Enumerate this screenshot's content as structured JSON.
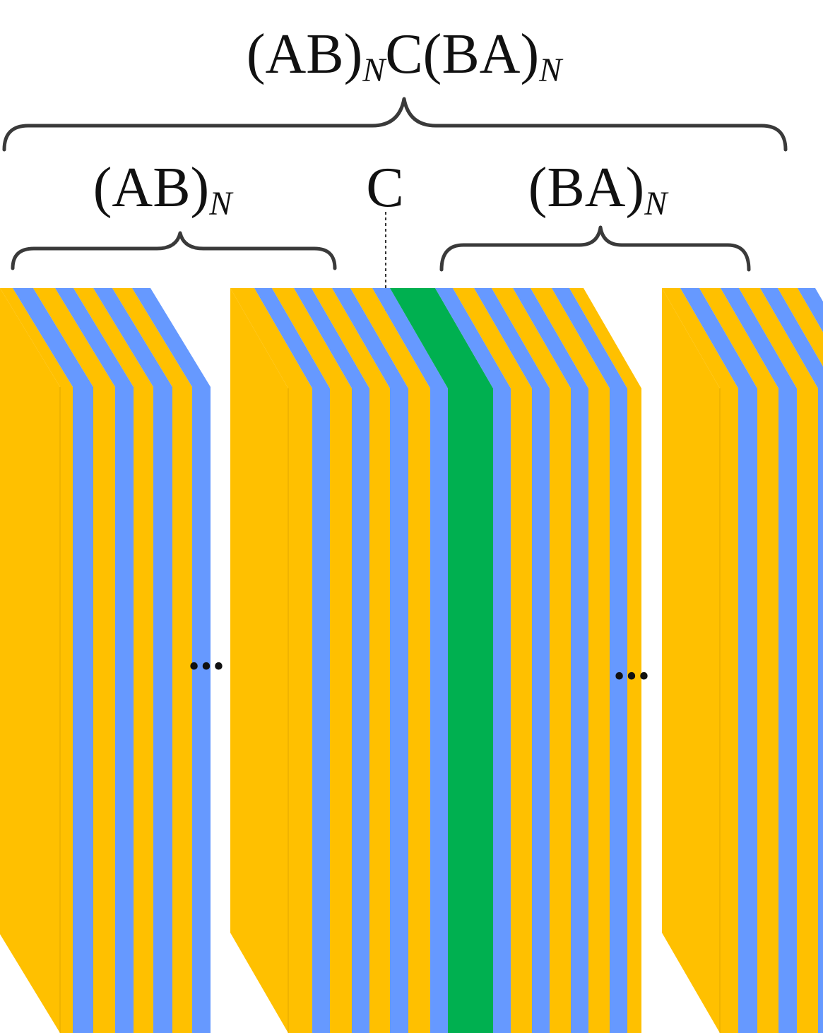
{
  "labels": {
    "overall": {
      "base": "(AB)",
      "sub1": "N",
      "mid": "C(BA)",
      "sub2": "N"
    },
    "left": {
      "base": "(AB)",
      "sub": "N"
    },
    "center": {
      "text": "C"
    },
    "right": {
      "base": "(BA)",
      "sub": "N"
    },
    "ellipsis_left": "•••",
    "ellipsis_right": "•••"
  },
  "materials": [
    {
      "id": "A",
      "role": "front-face",
      "color": "#FFC000"
    },
    {
      "id": "B",
      "role": "stripe",
      "color": "#6699FF"
    },
    {
      "id": "C",
      "role": "defect",
      "color": "#00B050"
    }
  ],
  "stacks": [
    {
      "name": "stack-left",
      "layers": [
        "A",
        "B",
        "A",
        "B",
        "A",
        "B",
        "A",
        "B"
      ]
    },
    {
      "name": "stack-center",
      "layers": [
        "A",
        "B",
        "A",
        "B",
        "A",
        "B",
        "A",
        "B",
        "C",
        "B",
        "A",
        "B",
        "A",
        "B",
        "A",
        "B",
        "A"
      ]
    },
    {
      "name": "stack-right",
      "layers": [
        "A",
        "B",
        "A",
        "B",
        "A",
        "B",
        "A",
        "B"
      ]
    }
  ]
}
